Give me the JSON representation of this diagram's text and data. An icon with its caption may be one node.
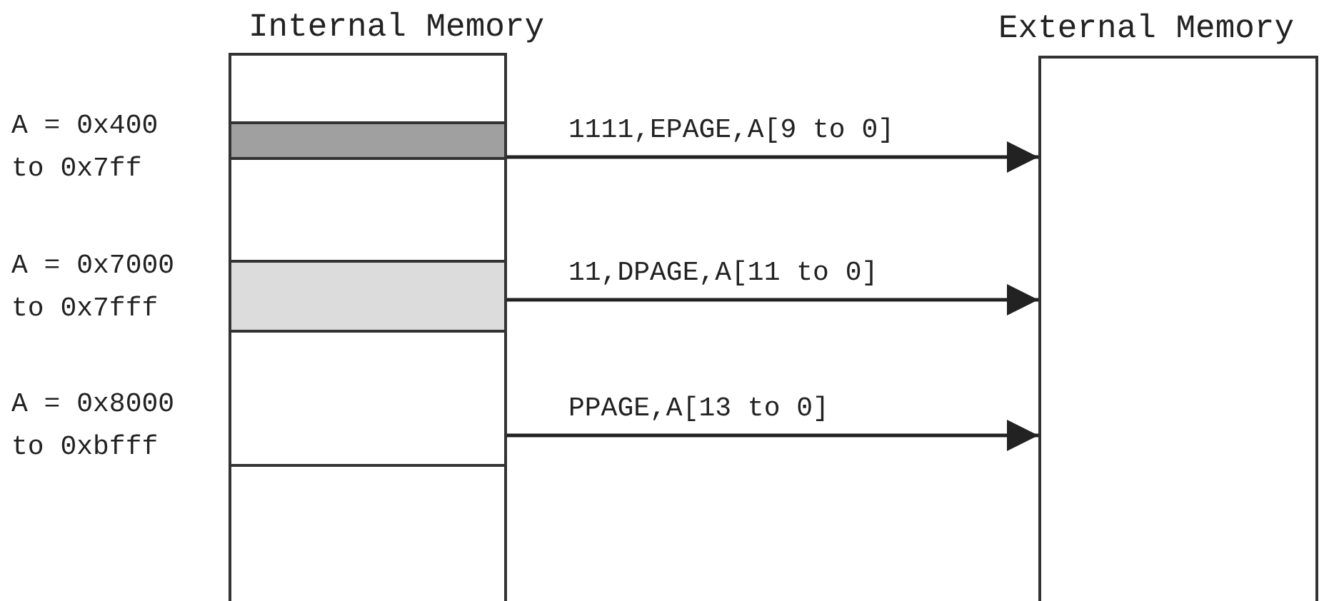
{
  "diagram": {
    "nodes": [
      {
        "text": [
          "Internal Memory"
        ]
      },
      {
        "text": [],
        "shape": "bar",
        "in": 0,
        "beside": [
          "A = 0x400 to 0x7ff"
        ]
      },
      {
        "text": [],
        "shape": "bar",
        "in": 0,
        "beside": [
          "A = 0x7000 to 0x7fff"
        ]
      },
      {
        "text": [],
        "shape": "bar",
        "in": 0,
        "beside": [
          "A = 0x8000 to 0xbfff"
        ]
      },
      {
        "text": [
          "External Memory"
        ]
      }
    ],
    "edges": [
      {
        "from": 1,
        "to": 4,
        "arrow": "to",
        "label": "1111,EPAGE,A[9 to 0]"
      },
      {
        "from": 2,
        "to": 4,
        "arrow": "to",
        "label": "11,DPAGE,A[11 to 0]"
      },
      {
        "from": 3,
        "to": 4,
        "arrow": "to",
        "label": "PPAGE,A[13 to 0]"
      }
    ]
  }
}
